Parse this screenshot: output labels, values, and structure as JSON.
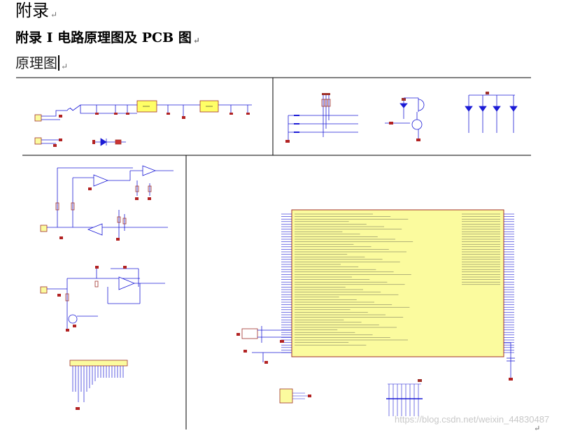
{
  "doc": {
    "heading": "附录",
    "subheading": "附录 I 电路原理图及 PCB 图",
    "section": "原理图",
    "para_mark": "↵"
  },
  "figure": {
    "watermark": "https://blog.csdn.net/weixin_44830487",
    "wire_color": "#1b1bd6",
    "ic_fill": "#fbfb9e",
    "ic_border": "#a0312a",
    "regulator_fill": "#ffff66",
    "ground_color": "#b22222"
  }
}
